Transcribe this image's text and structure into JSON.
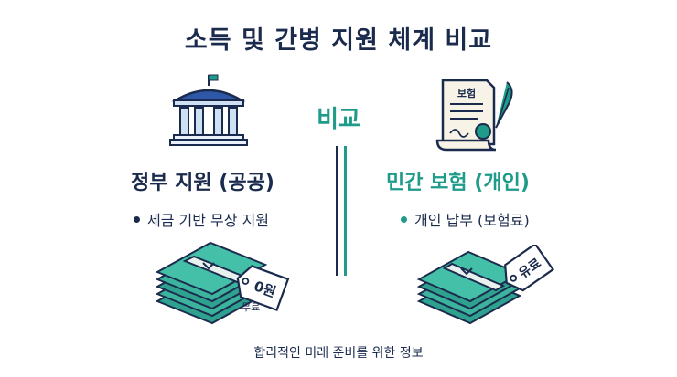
{
  "title": "소득 및 간병 지원 체계 비교",
  "compare_label": "비교",
  "left": {
    "heading": "정부 지원 (공공)",
    "bullet": "세금 기반 무상 지원",
    "tag_text": "0원",
    "stack_label": "무료"
  },
  "right": {
    "heading": "민간 보험 (개인)",
    "bullet": "개인 납부 (보험료)",
    "doc_label": "보험",
    "tag_text": "유료"
  },
  "footer": "합리적인 미래 준비를 위한 정보",
  "colors": {
    "navy": "#1b2b4d",
    "teal": "#1f9b8a",
    "money_green": "#2ea28e"
  },
  "icons": [
    "government-building-icon",
    "insurance-document-icon",
    "money-stack-icon",
    "price-tag-icon"
  ]
}
